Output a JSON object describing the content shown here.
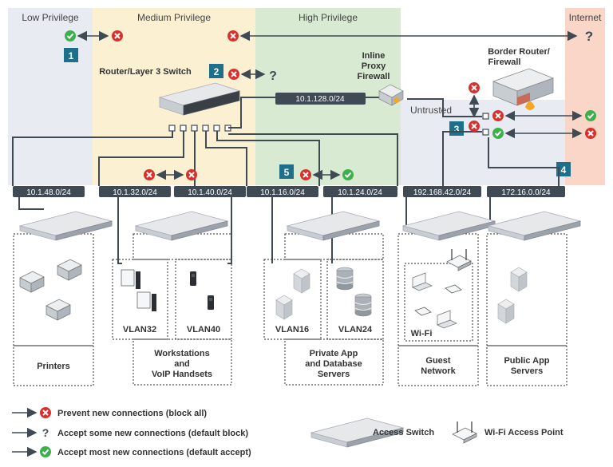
{
  "zones": {
    "low": "Low Privilege",
    "medium": "Medium Privilege",
    "high": "High Privilege",
    "internet": "Internet",
    "untrusted": "Untrusted"
  },
  "devices": {
    "router": "Router/Layer 3 Switch",
    "proxy": [
      "Inline",
      "Proxy",
      "Firewall"
    ],
    "border": [
      "Border Router/",
      "Firewall"
    ]
  },
  "subnets": {
    "s128": "10.1.128.0/24",
    "s48": "10.1.48.0/24",
    "s32": "10.1.32.0/24",
    "s40": "10.1.40.0/24",
    "s16": "10.1.16.0/24",
    "s24": "10.1.24.0/24",
    "s192": "192.168.42.0/24",
    "s172": "172.16.0.0/24"
  },
  "markers": [
    "1",
    "2",
    "3",
    "4",
    "5"
  ],
  "question": "?",
  "groups": {
    "printers": "Printers",
    "vlan32": "VLAN32",
    "vlan40": "VLAN40",
    "workstations": [
      "Workstations",
      "and",
      "VoIP Handsets"
    ],
    "vlan16": "VLAN16",
    "vlan24": "VLAN24",
    "private": [
      "Private App",
      "and Database",
      "Servers"
    ],
    "wifi": "Wi-Fi",
    "guest": [
      "Guest",
      "Network"
    ],
    "public": [
      "Public App",
      "Servers"
    ]
  },
  "legend": {
    "block": "Prevent new connections (block all)",
    "some": "Accept some new connections (default block)",
    "most": "Accept most new connections (default accept)",
    "access_switch": "Access Switch",
    "wifi_ap": "Wi-Fi Access Point"
  },
  "colors": {
    "low": "#e8ecf2",
    "medium": "#fbf0d2",
    "high": "#d8ead2",
    "internet": "#f9d6c8",
    "block": "#d9302c",
    "accept": "#3cb04a",
    "marker": "#1d6f8a",
    "label_bg": "#3f4a55"
  }
}
